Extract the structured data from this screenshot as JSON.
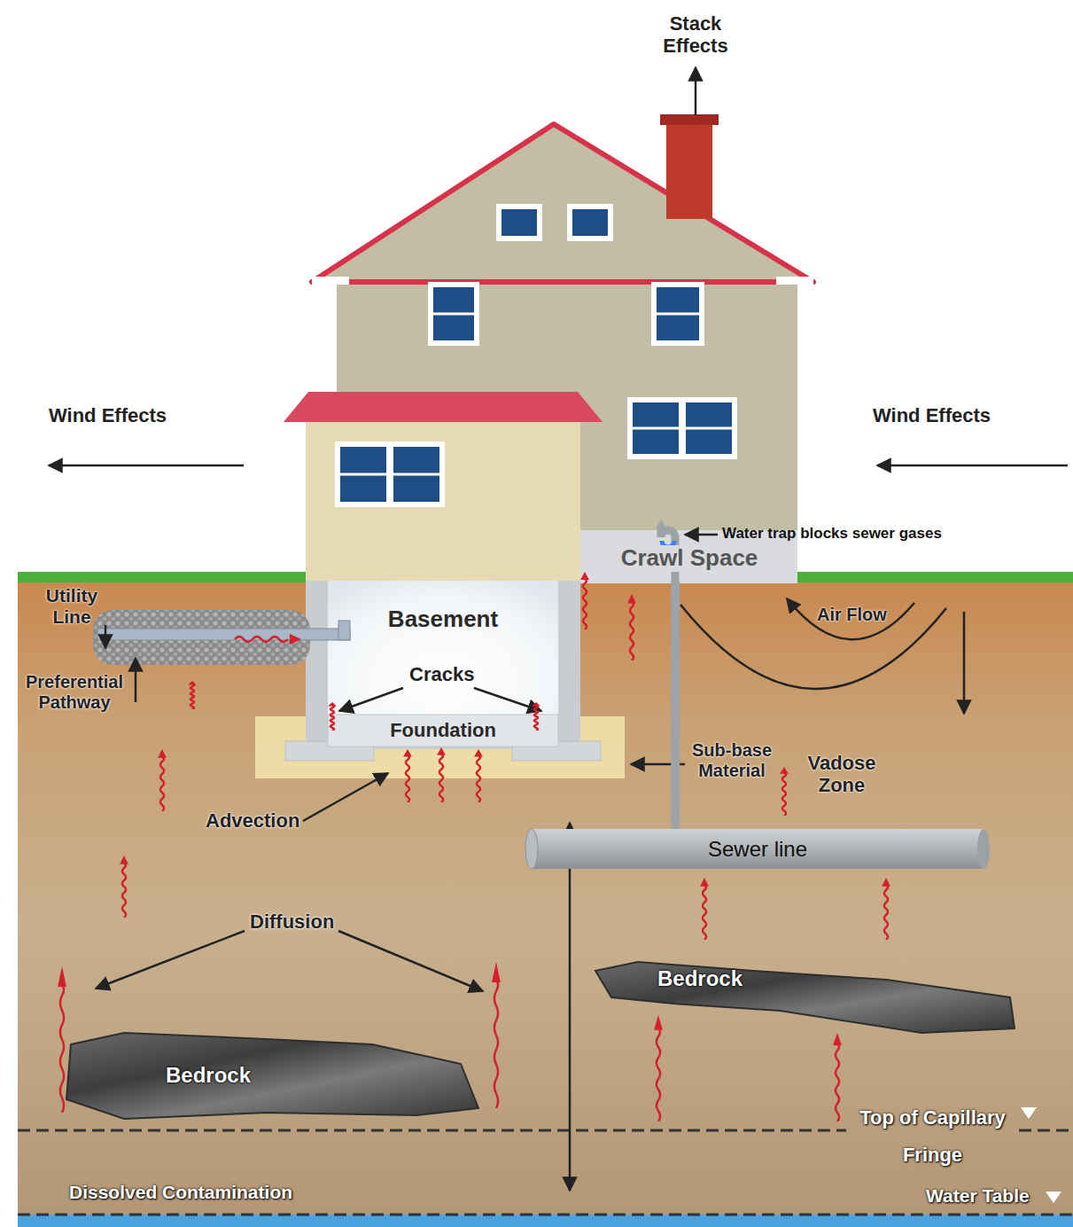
{
  "diagram": {
    "nodes": [
      {
        "text": [
          "Basement"
        ]
      },
      {
        "text": [
          "Foundation"
        ],
        "in": 0
      },
      {
        "text": [
          "Crawl Space"
        ]
      },
      {
        "text": [
          "Sewer line"
        ]
      },
      {
        "text": [
          "Bedrock"
        ]
      },
      {
        "text": [
          "Bedrock"
        ]
      }
    ],
    "edges": [
      {
        "from": 3,
        "to": 2,
        "arrow": "none"
      }
    ],
    "labels": [
      "Stack Effects",
      "Wind Effects",
      "Wind Effects",
      "Water trap blocks sewer gases",
      "Utility Line",
      "Preferential Pathway",
      "Cracks",
      "Advection",
      "Sub-base Material",
      "Air Flow",
      "Vadose Zone",
      "Diffusion",
      "Top of Capillary Fringe",
      "Dissolved Contamination",
      "Water Table"
    ]
  }
}
